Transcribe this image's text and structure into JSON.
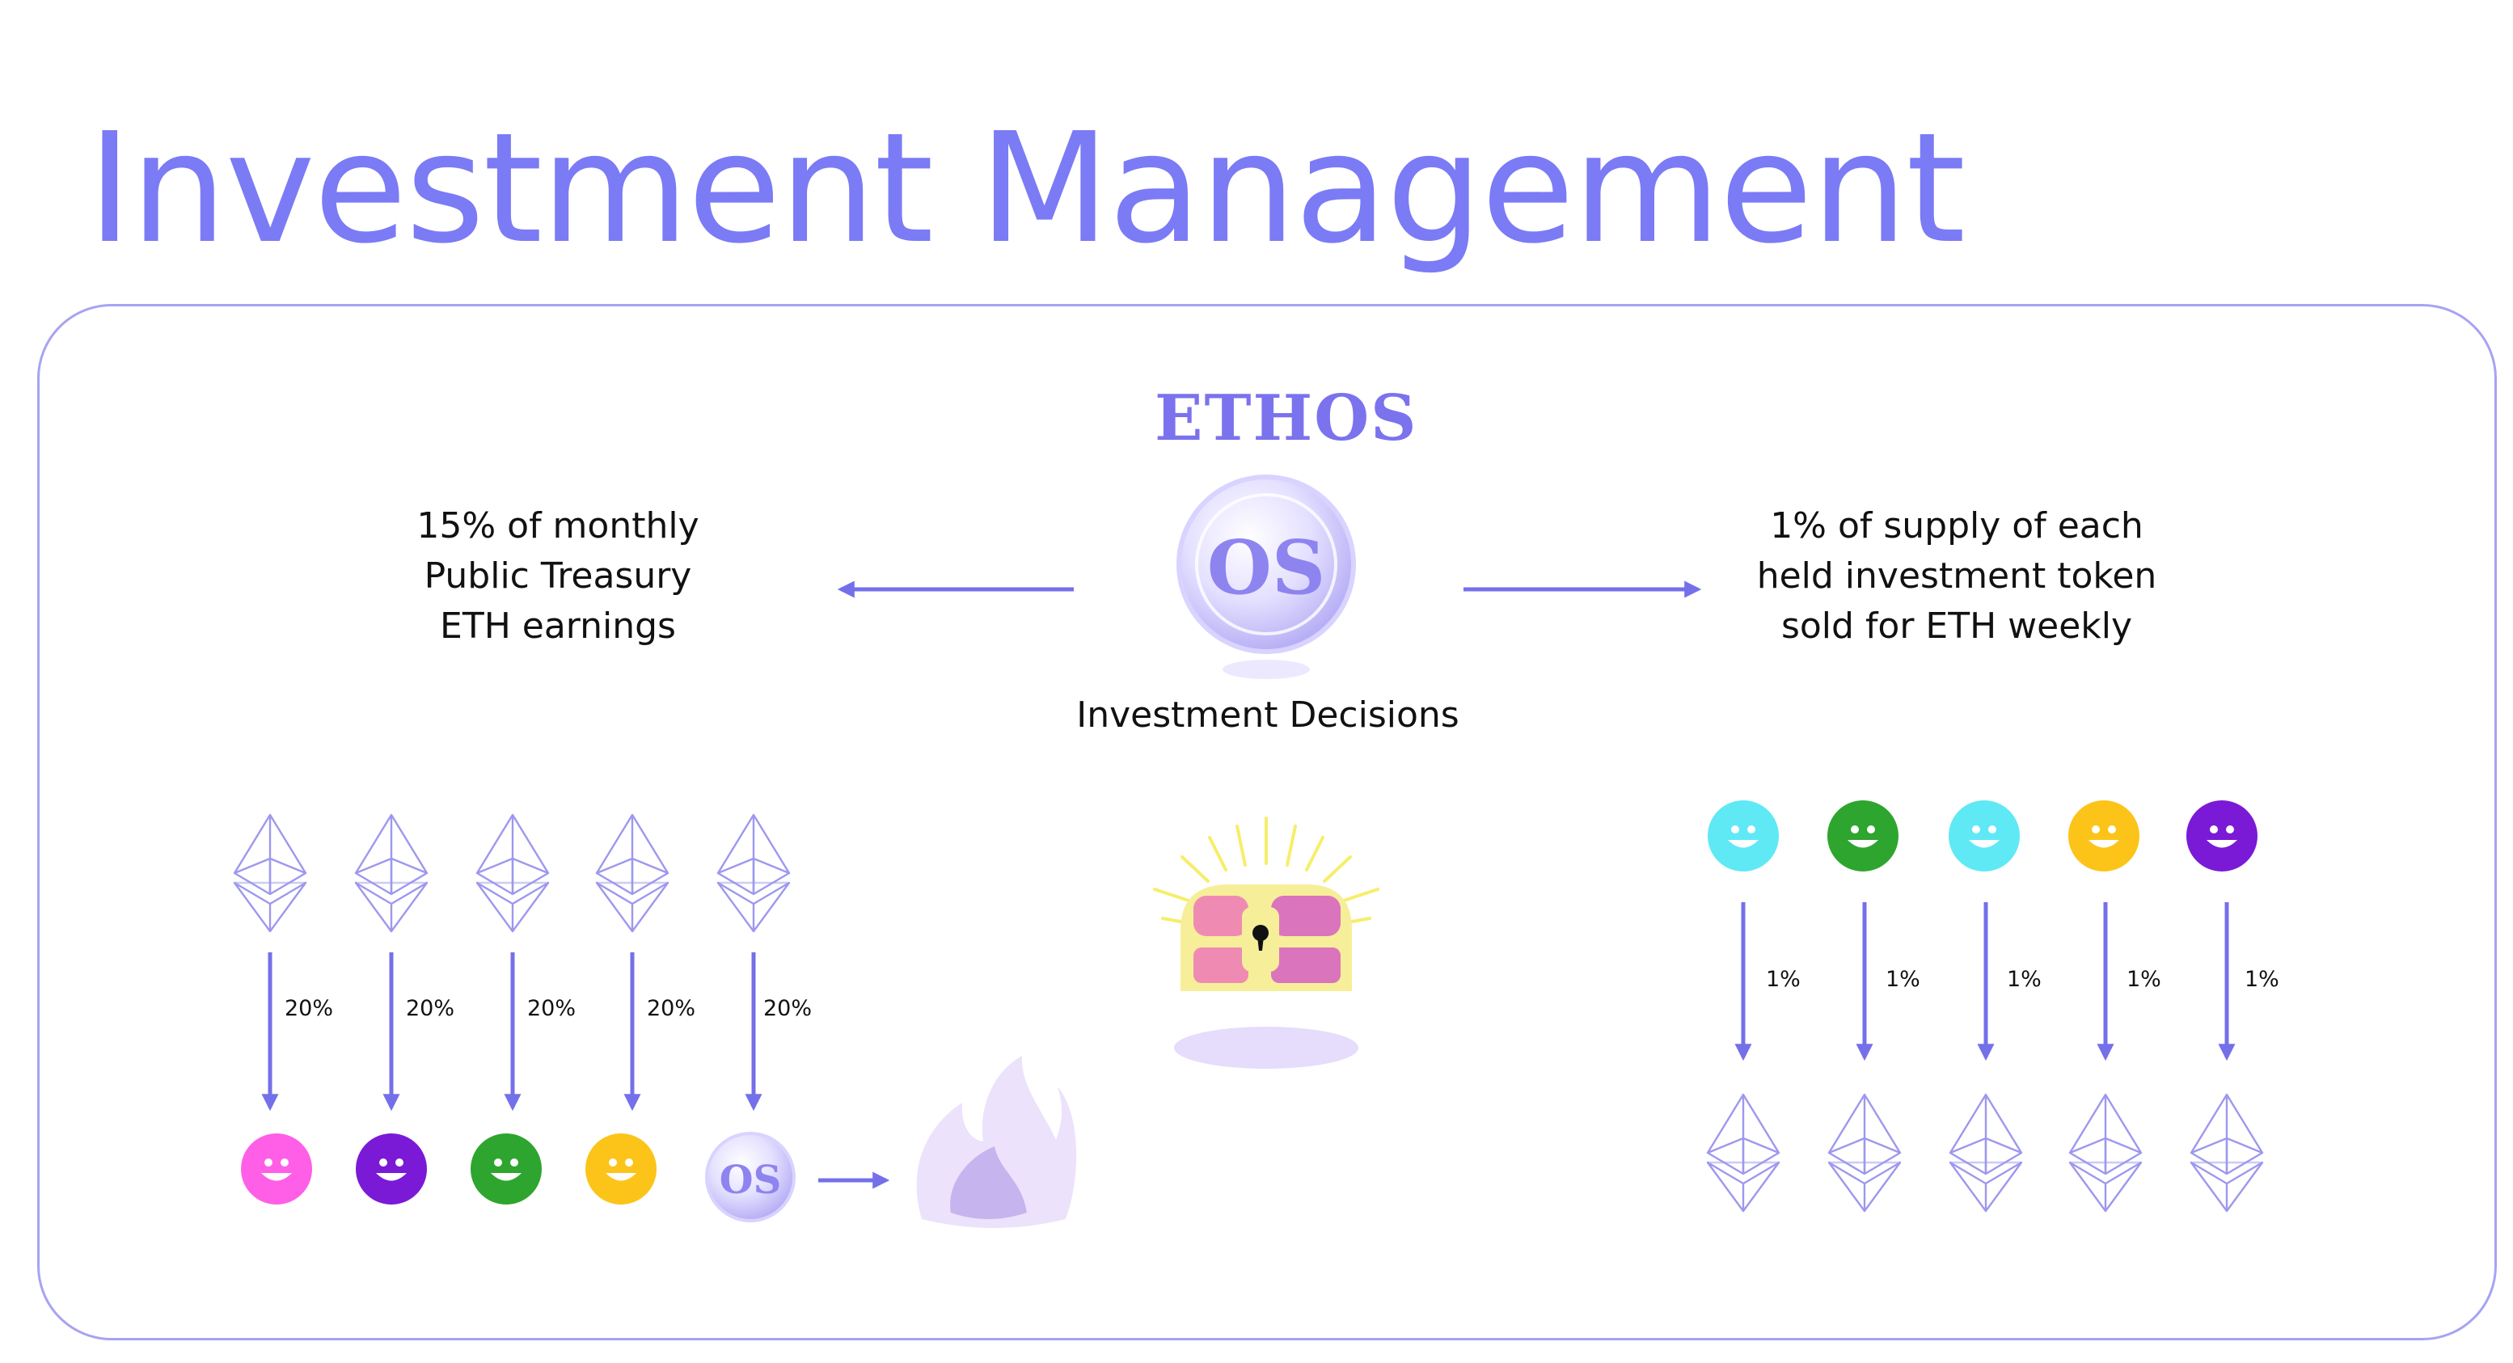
{
  "title": "Investment Management",
  "brand": "ETHOS",
  "coin_text": "OS",
  "center_label": "Investment Decisions",
  "left_description": [
    "15% of monthly",
    "Public Treasury",
    "ETH earnings"
  ],
  "right_description": [
    "1% of supply of each",
    "held investment token",
    "sold for ETH weekly"
  ],
  "left_flow": {
    "arrows": [
      "20%",
      "20%",
      "20%",
      "20%",
      "20%"
    ],
    "recipients": [
      {
        "icon": "pink-smiley-token-icon",
        "color": "#ff5fe6"
      },
      {
        "icon": "purple-smiley-token-icon",
        "color": "#7a1ad6"
      },
      {
        "icon": "green-smiley-token-icon",
        "color": "#2ea52e"
      },
      {
        "icon": "yellow-smiley-token-icon",
        "color": "#fcc419"
      },
      {
        "icon": "os-coin-icon",
        "color": "#c8c2fb"
      }
    ],
    "final_icon": "flame-burn-icon"
  },
  "right_flow": {
    "tokens": [
      {
        "icon": "cyan-smiley-token-icon",
        "color": "#5ee9f5"
      },
      {
        "icon": "green-smiley-token-icon",
        "color": "#2ea52e"
      },
      {
        "icon": "cyan-smiley-token-icon",
        "color": "#5ee9f5"
      },
      {
        "icon": "yellow-smiley-token-icon",
        "color": "#fcc419"
      },
      {
        "icon": "purple-smiley-token-icon",
        "color": "#7a1ad6"
      }
    ],
    "arrows": [
      "1%",
      "1%",
      "1%",
      "1%",
      "1%"
    ]
  },
  "colors": {
    "accent": "#7b7bf5",
    "arrow": "#7470ea",
    "frame_border": "#a7a3f2",
    "eth_outline": "#9d98ee"
  }
}
